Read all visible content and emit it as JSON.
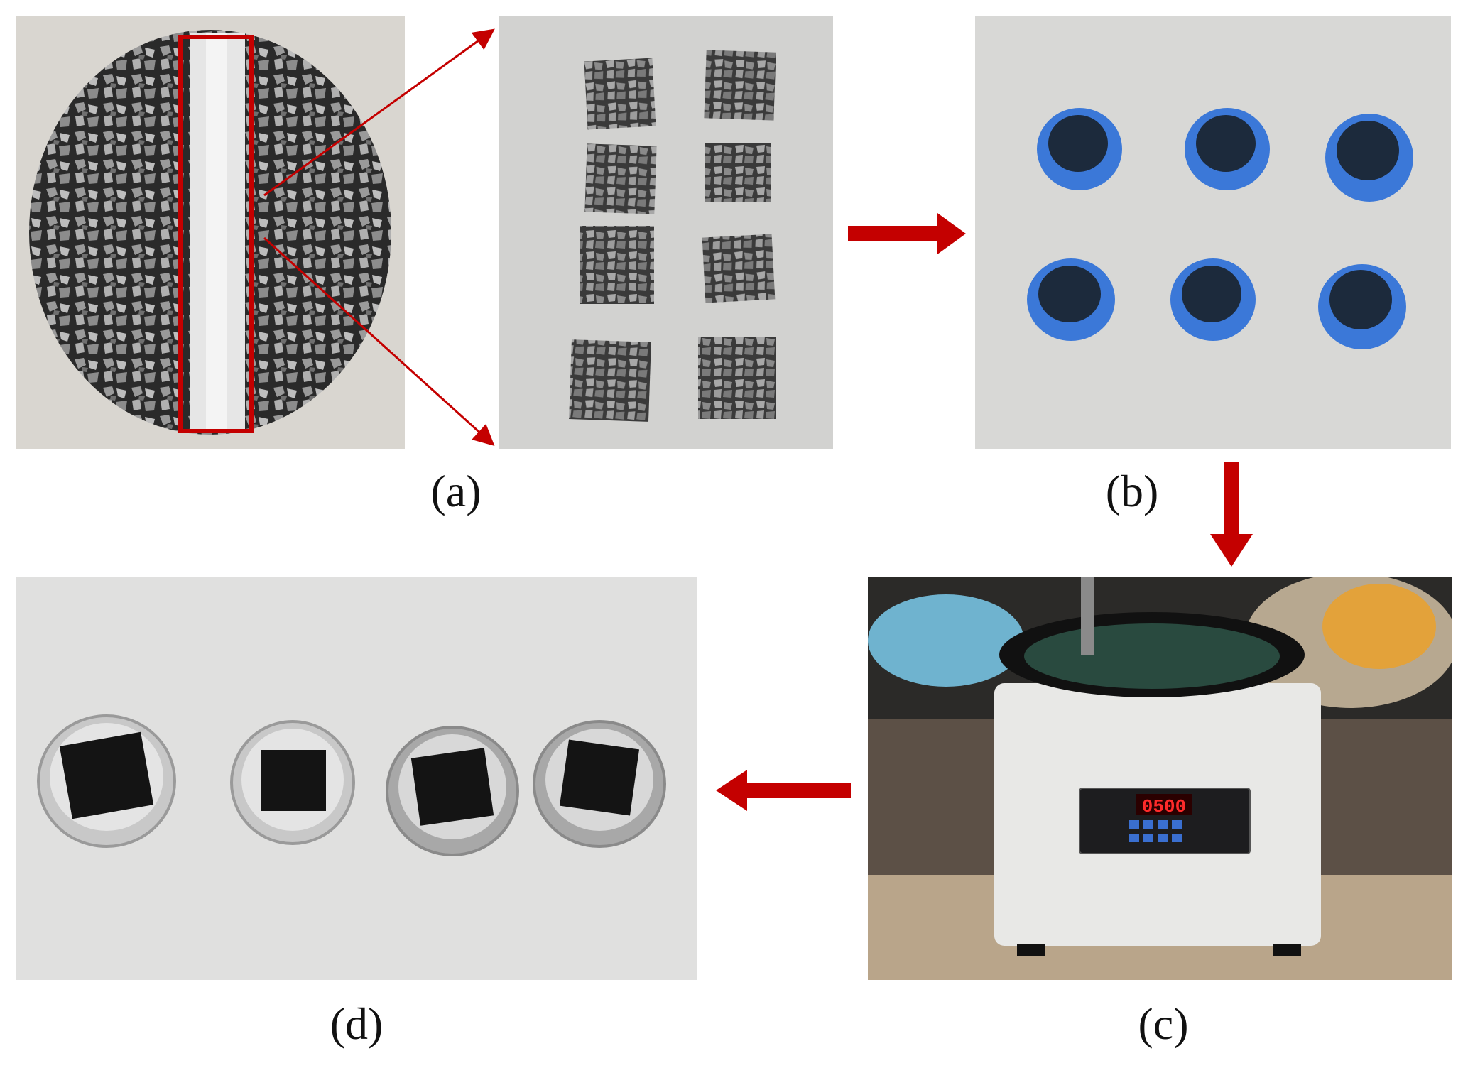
{
  "panels": {
    "a": {
      "label": "(a)"
    },
    "b": {
      "label": "(b)"
    },
    "c": {
      "label": "(c)",
      "display_reading": "0500"
    },
    "d": {
      "label": "(d)"
    }
  },
  "colors": {
    "arrow_red": "#c40000",
    "sample_blue": "#3b78d8",
    "background_gray": "#dcdcdc",
    "machine_white": "#e8e8e6"
  }
}
